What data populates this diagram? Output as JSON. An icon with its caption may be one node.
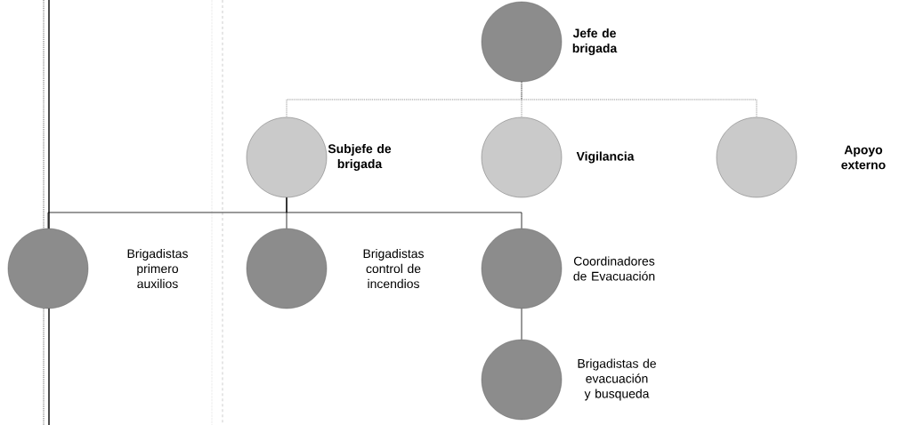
{
  "diagram": {
    "nodes": [
      {
        "text": [],
        "shape": "circle",
        "beside": [
          "Jefe de brigada"
        ]
      },
      {
        "text": [],
        "shape": "circle",
        "beside": [
          "Subjefe de brigada"
        ]
      },
      {
        "text": [],
        "shape": "circle",
        "beside": [
          "Vigilancia"
        ]
      },
      {
        "text": [],
        "shape": "circle",
        "beside": [
          "Apoyo externo"
        ]
      },
      {
        "text": [],
        "shape": "circle",
        "beside": [
          "Brigadistas primero auxilios"
        ]
      },
      {
        "text": [],
        "shape": "circle",
        "beside": [
          "Brigadistas control de incendios"
        ]
      },
      {
        "text": [],
        "shape": "circle",
        "beside": [
          "Coordinadores de Evacuación"
        ]
      },
      {
        "text": [],
        "shape": "circle",
        "beside": [
          "Brigadistas de evacuación y busqueda"
        ]
      }
    ],
    "edges": [
      {
        "from": 0,
        "to": 1,
        "arrow": "none",
        "style": "dashed"
      },
      {
        "from": 0,
        "to": 2,
        "arrow": "none",
        "style": "dashed"
      },
      {
        "from": 0,
        "to": 3,
        "arrow": "none",
        "style": "dashed"
      },
      {
        "from": 1,
        "to": 4,
        "arrow": "none"
      },
      {
        "from": 1,
        "to": 5,
        "arrow": "none"
      },
      {
        "from": 1,
        "to": 6,
        "arrow": "none"
      },
      {
        "from": 6,
        "to": 7,
        "arrow": "none"
      }
    ]
  }
}
